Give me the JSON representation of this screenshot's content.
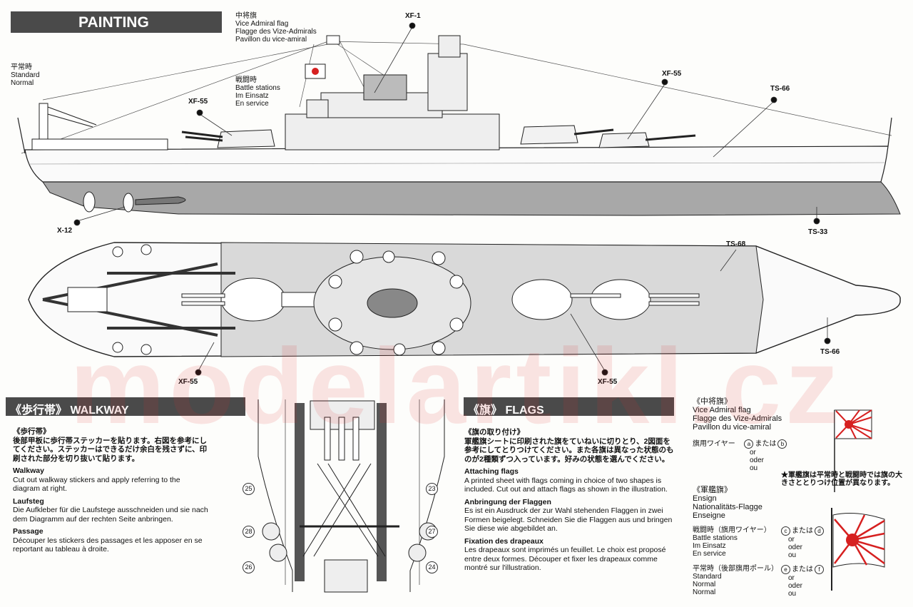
{
  "painting": {
    "title": "PAINTING",
    "normal_label": [
      "平常時",
      "Standard",
      "Normal"
    ],
    "vice_admiral": [
      "中将旗",
      "Vice Admiral flag",
      "Flagge des Vize-Admirals",
      "Pavillon du vice-amiral"
    ],
    "battle": [
      "戦闘時",
      "Battle stations",
      "Im Einsatz",
      "En service"
    ],
    "codes": {
      "xf1": "XF-1",
      "xf55a": "XF-55",
      "xf55b": "XF-55",
      "ts66a": "TS-66",
      "x12": "X-12",
      "ts33": "TS-33",
      "ts68": "TS-68",
      "xf55c": "XF-55",
      "xf55d": "XF-55",
      "ts66b": "TS-66"
    }
  },
  "walkway": {
    "title": "《歩行帯》 WALKWAY",
    "jp_heading": "《歩行帯》",
    "jp_text": "後部甲板に歩行帯ステッカーを貼ります。右図を参考にしてください。ステッカーはできるだけ余白を残さずに、印刷された部分を切り抜いて貼ります。",
    "en_heading": "Walkway",
    "en_text": "Cut out walkway stickers and apply referring to the diagram at right.",
    "de_heading": "Laufsteg",
    "de_text": "Die Aufkleber für die Laufstege ausschneiden und sie nach dem Diagramm auf der rechten Seite anbringen.",
    "fr_heading": "Passage",
    "fr_text": "Découper les stickers des passages et les apposer en se reportant au tableau à droite.",
    "numbers": [
      "25",
      "23",
      "28",
      "27",
      "26",
      "24"
    ]
  },
  "flags": {
    "title": "《旗》 FLAGS",
    "jp_heading": "《旗の取り付け》",
    "jp_text": "軍艦旗シートに印刷された旗をていねいに切りとり、2図面を参考にしてとりつけてください。また各旗は異なった状態のものが2種類ずつ入っています。好みの状態を選んでください。",
    "en_heading": "Attaching flags",
    "en_text": "A printed sheet with flags coming in choice of two shapes is included. Cut out and attach flags as shown in the illustration.",
    "de_heading": "Anbringung der Flaggen",
    "de_text": "Es ist ein Ausdruck der zur Wahl stehenden Flaggen in zwei Formen beigelegt. Schneiden Sie die Flaggen aus und bringen Sie diese wie abgebildet an.",
    "fr_heading": "Fixation des drapeaux",
    "fr_text": "Les drapeaux sont imprimés un feuillet. Le choix est proposé entre deux formes. Découper et fixer les drapeaux comme montré sur l'illustration."
  },
  "flag_panel": {
    "va_lines": [
      "《中将旗》",
      "Vice Admiral flag",
      "Flagge des Vize-Admirals",
      "Pavillon du vice-amiral"
    ],
    "halyard": "旗用ワイヤー",
    "a": "a",
    "b": "b",
    "c": "c",
    "d": "d",
    "e": "e",
    "f": "f",
    "matawa": "または",
    "or": "or",
    "oder": "oder",
    "ou": "ou",
    "note": "★軍艦旗は平常時と戦闘時では旗の大きさととりつけ位置が異なります。",
    "ensign_lines": [
      "《軍艦旗》",
      "Ensign",
      "Nationalitäts-Flagge",
      "Enseigne"
    ],
    "battle_lines": [
      "戦闘時（旗用ワイヤー）",
      "Battle stations",
      "Im Einsatz",
      "En service"
    ],
    "normal_lines": [
      "平常時（後部旗用ポール）",
      "Standard",
      "Normal",
      "Normal"
    ]
  },
  "watermark": "modelartikl.cz",
  "colors": {
    "header_bg": "#4a4a4a",
    "hull_lower": "#a8a8a8",
    "deck": "#d9d9d9",
    "flag_red": "#d62020"
  }
}
